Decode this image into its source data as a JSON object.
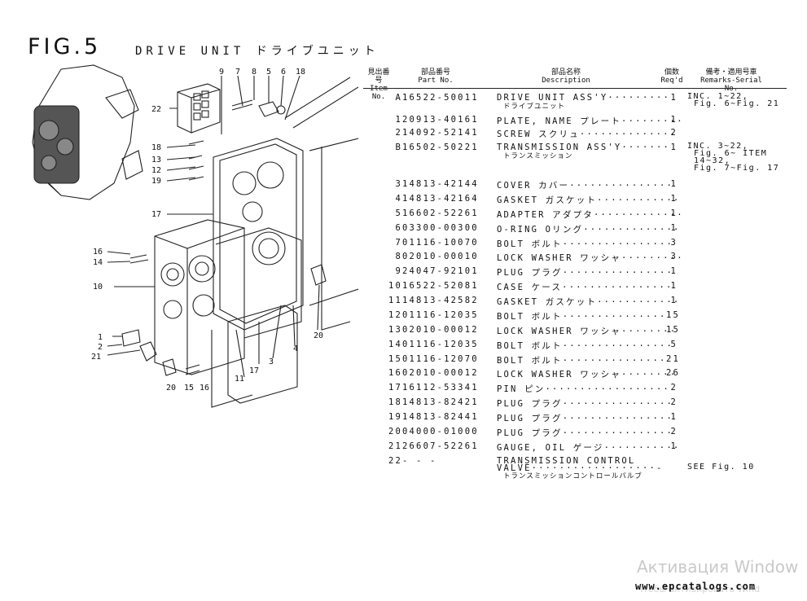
{
  "figure": {
    "number": "FIG.5",
    "title": "DRIVE UNIT ドライブユニット"
  },
  "headers": {
    "item": [
      "見出番号",
      "Item No."
    ],
    "part": [
      "部品番号",
      "Part No."
    ],
    "desc": [
      "部品名称",
      "Description"
    ],
    "qty": [
      "個数",
      "Req'd"
    ],
    "remarks": [
      "備考・適用号車",
      "Remarks-Serial No."
    ]
  },
  "rows": [
    {
      "item": "A",
      "part": "16522-50011",
      "desc": "DRIVE UNIT ASS'Y·········",
      "qty": "1",
      "sub": "ドライブユニット",
      "remarks": [
        "INC. 1~22,",
        "Fig. 6~Fig. 21"
      ]
    },
    {
      "item": "1",
      "part": "20913-40161",
      "desc": "PLATE, NAME プレート·········",
      "qty": "1",
      "remarks": []
    },
    {
      "item": "2",
      "part": "14092-52141",
      "desc": "SCREW スクリュ··············",
      "qty": "2",
      "remarks": []
    },
    {
      "item": "B",
      "part": "16502-50221",
      "desc": "TRANSMISSION ASS'Y·······",
      "qty": "1",
      "sub": "トランスミッション",
      "remarks": [
        "INC. 3~22,",
        "Fig. 6~ ITEM",
        "14~32,",
        "Fig. 7~Fig. 17"
      ]
    },
    {
      "item": "3",
      "part": "14813-42144",
      "desc": "COVER カバー···············",
      "qty": "1",
      "remarks": []
    },
    {
      "item": "4",
      "part": "14813-42164",
      "desc": "GASKET ガスケット············",
      "qty": "1",
      "remarks": []
    },
    {
      "item": "5",
      "part": "16602-52261",
      "desc": "ADAPTER アダプタ·············",
      "qty": "1",
      "remarks": []
    },
    {
      "item": "6",
      "part": "03300-00300",
      "desc": "O-RING Oリング··············",
      "qty": "1",
      "remarks": []
    },
    {
      "item": "7",
      "part": "01116-10070",
      "desc": "BOLT ボルト················",
      "qty": "3",
      "remarks": []
    },
    {
      "item": "8",
      "part": "02010-00010",
      "desc": "LOCK WASHER ワッシャ·········",
      "qty": "3",
      "remarks": []
    },
    {
      "item": "9",
      "part": "24047-92101",
      "desc": "PLUG プラグ················",
      "qty": "1",
      "remarks": []
    },
    {
      "item": "10",
      "part": "16522-52081",
      "desc": "CASE ケース················",
      "qty": "1",
      "remarks": []
    },
    {
      "item": "11",
      "part": "14813-42582",
      "desc": "GASKET ガスケット············",
      "qty": "1",
      "remarks": []
    },
    {
      "item": "12",
      "part": "01116-12035",
      "desc": "BOLT ボルト···············",
      "qty": "15",
      "remarks": []
    },
    {
      "item": "13",
      "part": "02010-00012",
      "desc": "LOCK WASHER ワッシャ········",
      "qty": "15",
      "remarks": []
    },
    {
      "item": "14",
      "part": "01116-12035",
      "desc": "BOLT ボルト················",
      "qty": "5",
      "remarks": []
    },
    {
      "item": "15",
      "part": "01116-12070",
      "desc": "BOLT ボルト···············",
      "qty": "21",
      "remarks": []
    },
    {
      "item": "16",
      "part": "02010-00012",
      "desc": "LOCK WASHER ワッシャ········",
      "qty": "26",
      "remarks": []
    },
    {
      "item": "17",
      "part": "16112-53341",
      "desc": "PIN ピン··················",
      "qty": "2",
      "remarks": []
    },
    {
      "item": "18",
      "part": "14813-82421",
      "desc": "PLUG プラグ················",
      "qty": "2",
      "remarks": []
    },
    {
      "item": "19",
      "part": "14813-82441",
      "desc": "PLUG プラグ················",
      "qty": "1",
      "remarks": []
    },
    {
      "item": "20",
      "part": "04000-01000",
      "desc": "PLUG プラグ················",
      "qty": "2",
      "remarks": []
    },
    {
      "item": "21",
      "part": "26607-52261",
      "desc": "GAUGE, OIL ゲージ···········",
      "qty": "1",
      "remarks": []
    },
    {
      "item": "22",
      "part": "- - -",
      "desc": "TRANSMISSION CONTROL",
      "qty": "",
      "desc2": "VALVE··················-",
      "sub": "トランスミッションコントロールバルブ",
      "remarks": [
        "SEE Fig. 10"
      ]
    }
  ],
  "callouts": [
    "9",
    "7",
    "8",
    "5",
    "6",
    "18",
    "22",
    "18",
    "13",
    "12",
    "19",
    "17",
    "16",
    "14",
    "10",
    "1",
    "2",
    "21",
    "20",
    "15",
    "16",
    "11",
    "17",
    "3",
    "4",
    "20"
  ],
  "footer": {
    "site": "www.epcatalogs.com",
    "watermark": "Активация Window",
    "watermark2": "Чтобы активировать Wind"
  }
}
